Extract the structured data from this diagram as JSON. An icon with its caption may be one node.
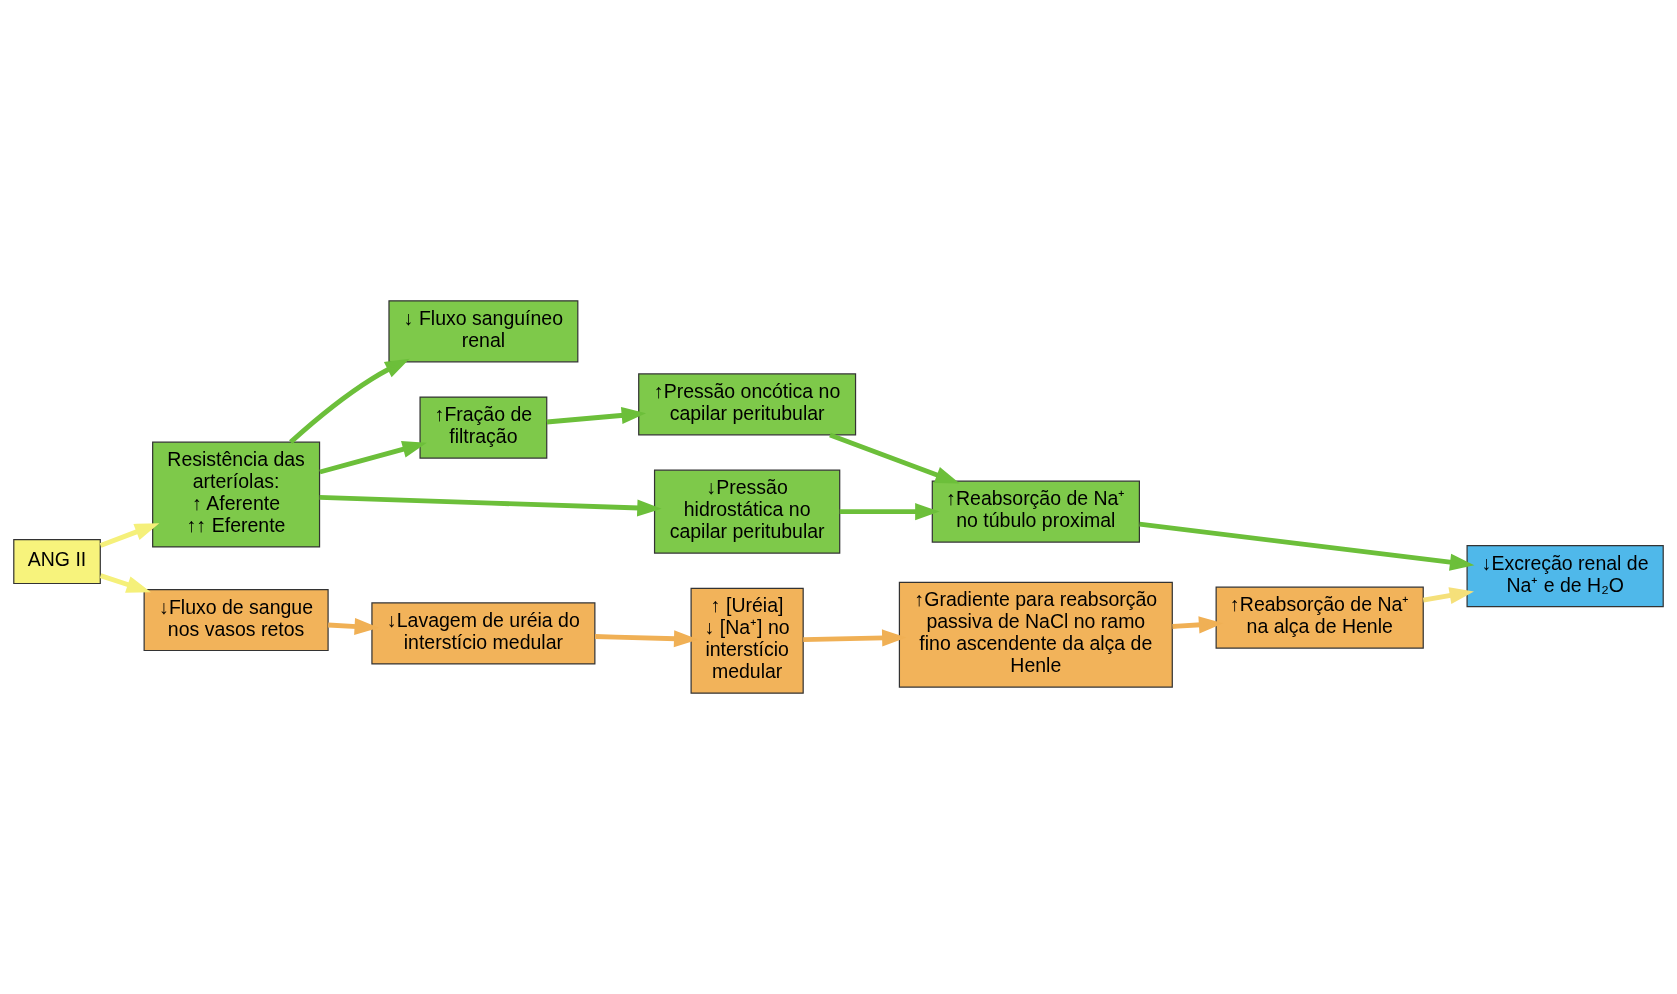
{
  "diagram": {
    "nodes": [
      {
        "text": [
          "ANG II"
        ]
      },
      {
        "text": [
          "Resistência das arteríolas:",
          "↑ Aferente",
          "↑↑ Eferente"
        ]
      },
      {
        "text": [
          "↓ Fluxo sanguíneo renal"
        ]
      },
      {
        "text": [
          "↑Fração de filtração"
        ]
      },
      {
        "text": [
          "↑Pressão oncótica no capilar peritubular"
        ]
      },
      {
        "text": [
          "↓Pressão hidrostática no capilar peritubular"
        ]
      },
      {
        "text": [
          "↑Reabsorção de Na⁺ no túbulo proximal"
        ]
      },
      {
        "text": [
          "↓Excreção renal de Na⁺ e de H₂O"
        ]
      },
      {
        "text": [
          "↓Fluxo de sangue nos vasos retos"
        ]
      },
      {
        "text": [
          "↓Lavagem de uréia do interstício medular"
        ]
      },
      {
        "text": [
          "↑ [Uréia]",
          "↓ [Na⁺] no interstício medular"
        ]
      },
      {
        "text": [
          "↑Gradiente para reabsorção passiva de NaCl no ramo fino ascendente da alça de Henle"
        ]
      },
      {
        "text": [
          "↑Reabsorção de Na⁺ na alça de Henle"
        ]
      }
    ],
    "edges": [
      {
        "from": 0,
        "to": 1,
        "arrow": "to",
        "color": "#f5f07a"
      },
      {
        "from": 0,
        "to": 8,
        "arrow": "to",
        "color": "#f5f07a"
      },
      {
        "from": 1,
        "to": 2,
        "arrow": "to"
      },
      {
        "from": 1,
        "to": 3,
        "arrow": "to"
      },
      {
        "from": 1,
        "to": 5,
        "arrow": "to"
      },
      {
        "from": 3,
        "to": 4,
        "arrow": "to"
      },
      {
        "from": 4,
        "to": 6,
        "arrow": "to"
      },
      {
        "from": 5,
        "to": 6,
        "arrow": "to"
      },
      {
        "from": 6,
        "to": 7,
        "arrow": "to"
      },
      {
        "from": 8,
        "to": 9,
        "arrow": "to",
        "color": "#f0b055"
      },
      {
        "from": 9,
        "to": 10,
        "arrow": "to",
        "color": "#f0b055"
      },
      {
        "from": 10,
        "to": 11,
        "arrow": "to",
        "color": "#f0b055"
      },
      {
        "from": 11,
        "to": 12,
        "arrow": "to",
        "color": "#f0b055"
      },
      {
        "from": 12,
        "to": 7,
        "arrow": "to",
        "color": "#f5e07a"
      }
    ]
  }
}
